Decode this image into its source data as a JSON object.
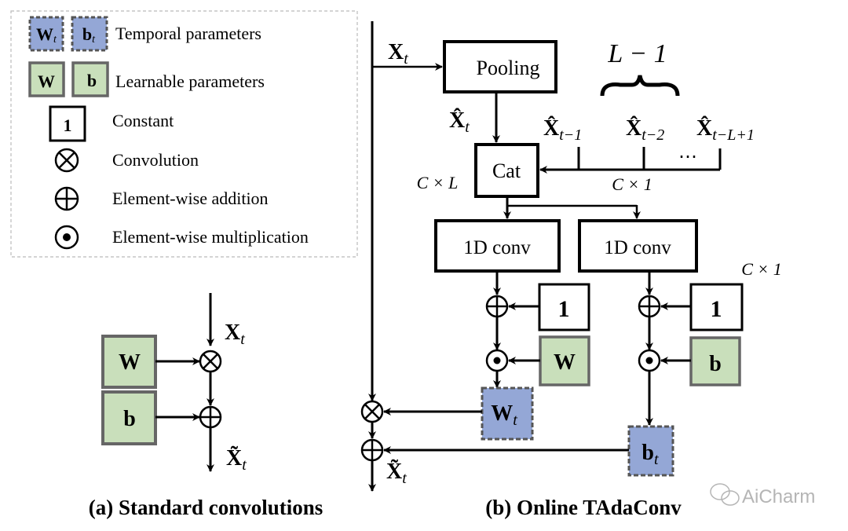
{
  "colors": {
    "temporal_fill": "#94a7d6",
    "temporal_stroke": "#555555",
    "learnable_fill": "#c9dfbb",
    "learnable_stroke": "#666666",
    "line": "#000000",
    "legend_border": "#bbbbbb",
    "watermark": "#b5b5b5"
  },
  "legend": {
    "temporal": {
      "w": "W",
      "b": "b",
      "sub": "t",
      "label": "Temporal parameters"
    },
    "learnable": {
      "w": "W",
      "b": "b",
      "label": "Learnable parameters"
    },
    "constant": {
      "symbol": "1",
      "label": "Constant"
    },
    "convolution": {
      "symbol": "⊗",
      "label": "Convolution"
    },
    "addition": {
      "symbol": "⊕",
      "label": "Element-wise addition"
    },
    "multiplication": {
      "symbol": "⊙",
      "label": "Element-wise multiplication"
    }
  },
  "standard": {
    "input": {
      "base": "X",
      "sub": "t"
    },
    "w": "W",
    "b": "b",
    "output": {
      "base": "X̃",
      "sub": "t"
    },
    "caption": "(a) Standard convolutions"
  },
  "online": {
    "input": {
      "base": "X",
      "sub": "t"
    },
    "pooling": "Pooling",
    "pooled": {
      "base": "X̂",
      "sub": "t"
    },
    "history_count": "L − 1",
    "history": [
      {
        "base": "X̂",
        "sub": "t−1"
      },
      {
        "base": "X̂",
        "sub": "t−2"
      },
      {
        "base": "X̂",
        "sub": "t−L+1"
      }
    ],
    "ellipsis": "⋯",
    "cat": "Cat",
    "cat_dim": "C × L",
    "hist_dim": "C × 1",
    "conv_left": "1D conv",
    "conv_right": "1D conv",
    "conv_dim": "C × 1",
    "const_left": "1",
    "const_right": "1",
    "w": "W",
    "b": "b",
    "wt": {
      "base": "W",
      "sub": "t"
    },
    "bt": {
      "base": "b",
      "sub": "t"
    },
    "output": {
      "base": "X̃",
      "sub": "t"
    },
    "caption": "(b) Online TAdaConv"
  },
  "watermark": "AiCharm"
}
